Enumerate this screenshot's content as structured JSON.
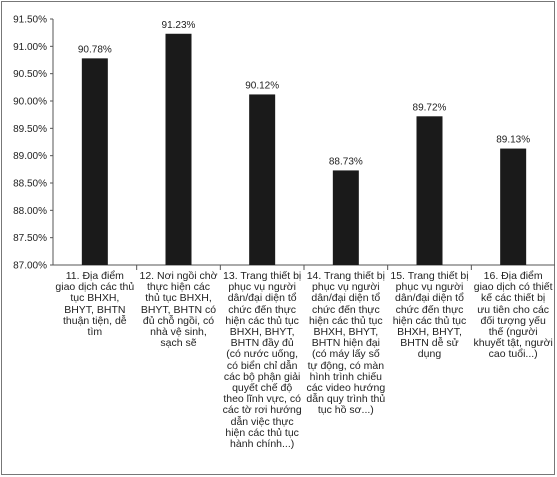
{
  "chart_data": {
    "type": "bar",
    "categories": [
      "11. Địa điểm giao dịch các thủ tục BHXH, BHYT, BHTN thuận tiện, dễ tìm",
      "12. Nơi ngồi chờ thực hiện các thủ tục BHXH, BHYT, BHTN có đủ chỗ ngồi, có nhà vệ sinh, sạch sẽ",
      "13. Trang thiết bị phục vụ người dân/đại diện tổ chức đến thực hiện các thủ tục BHXH, BHYT, BHTN đầy đủ (có nước uống, có biển chỉ dẫn các bộ phận giải quyết chế độ theo lĩnh vực, có các tờ rơi hướng dẫn việc thực hiện các thủ tục hành chính...)",
      "14. Trang thiết bị phục vụ người dân/đại diện tổ chức đến thực hiện các thủ tục BHXH, BHYT, BHTN hiện đại (có máy lấy số tự động, có màn hình trình chiếu các video hướng dẫn quy trình thủ tục hồ sơ...)",
      "15. Trang thiết bị phục vụ người dân/đại diện tổ chức đến thực hiện các thủ tục BHXH, BHYT, BHTN dễ sử dụng",
      "16. Địa điểm giao dịch có thiết kế các thiết bị ưu tiên cho các đối tượng yếu thế (người khuyết tật, người cao tuổi...)"
    ],
    "values": [
      90.78,
      91.23,
      90.12,
      88.73,
      89.72,
      89.13
    ],
    "data_labels": [
      "90.78%",
      "91.23%",
      "90.12%",
      "88.73%",
      "89.72%",
      "89.13%"
    ],
    "ylim": [
      87.0,
      91.5
    ],
    "y_ticks": [
      87.0,
      87.5,
      88.0,
      88.5,
      89.0,
      89.5,
      90.0,
      90.5,
      91.0,
      91.5
    ],
    "y_tick_labels": [
      "87.00%",
      "87.50%",
      "88.00%",
      "88.50%",
      "89.00%",
      "89.50%",
      "90.00%",
      "90.50%",
      "91.00%",
      "91.50%"
    ],
    "title": "",
    "xlabel": "",
    "ylabel": "",
    "grid": false,
    "legend": "none",
    "colors": {
      "bar": "#1a1a1a",
      "axis": "#555555",
      "text": "#222222"
    }
  }
}
